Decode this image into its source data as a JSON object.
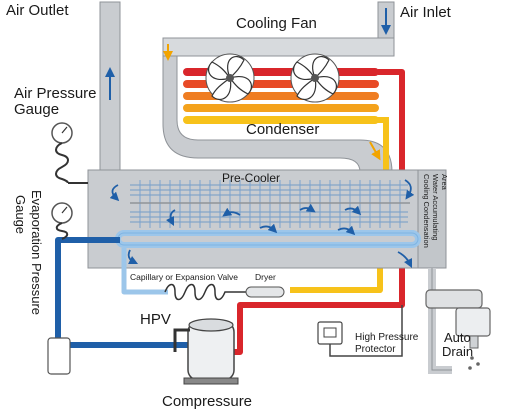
{
  "labels": {
    "air_outlet": "Air Outlet",
    "air_inlet": "Air Inlet",
    "cooling_fan": "Cooling Fan",
    "condenser": "Condenser",
    "pre_cooler": "Pre-Cooler",
    "air_pressure_gauge_1": "Air Pressure",
    "air_pressure_gauge_2": "Gauge",
    "evaporation_gauge_1": "Evaporation Pressure",
    "evaporation_gauge_2": "Gauge",
    "condensation_area_1": "Cooling Condensation",
    "condensation_area_2": "Water Accumulating",
    "condensation_area_3": "Area",
    "capillary": "Capillary or Expansion Valve",
    "dryer": "Dryer",
    "hpv": "HPV",
    "high_pressure_1": "High Pressure",
    "high_pressure_2": "Protector",
    "auto_drain_1": "Auto",
    "auto_drain_2": "Drain",
    "compressure": "Compressure"
  },
  "colors": {
    "hot_line": "#d9262b",
    "warm_line": "#f7c21a",
    "orange_line": "#ef7d22",
    "cold_line": "#1f5fa8",
    "light_cold": "#9cc6ea",
    "duct": "#c9ccd0",
    "duct_edge": "#8f9398",
    "arrow": "#1f5fa8"
  }
}
